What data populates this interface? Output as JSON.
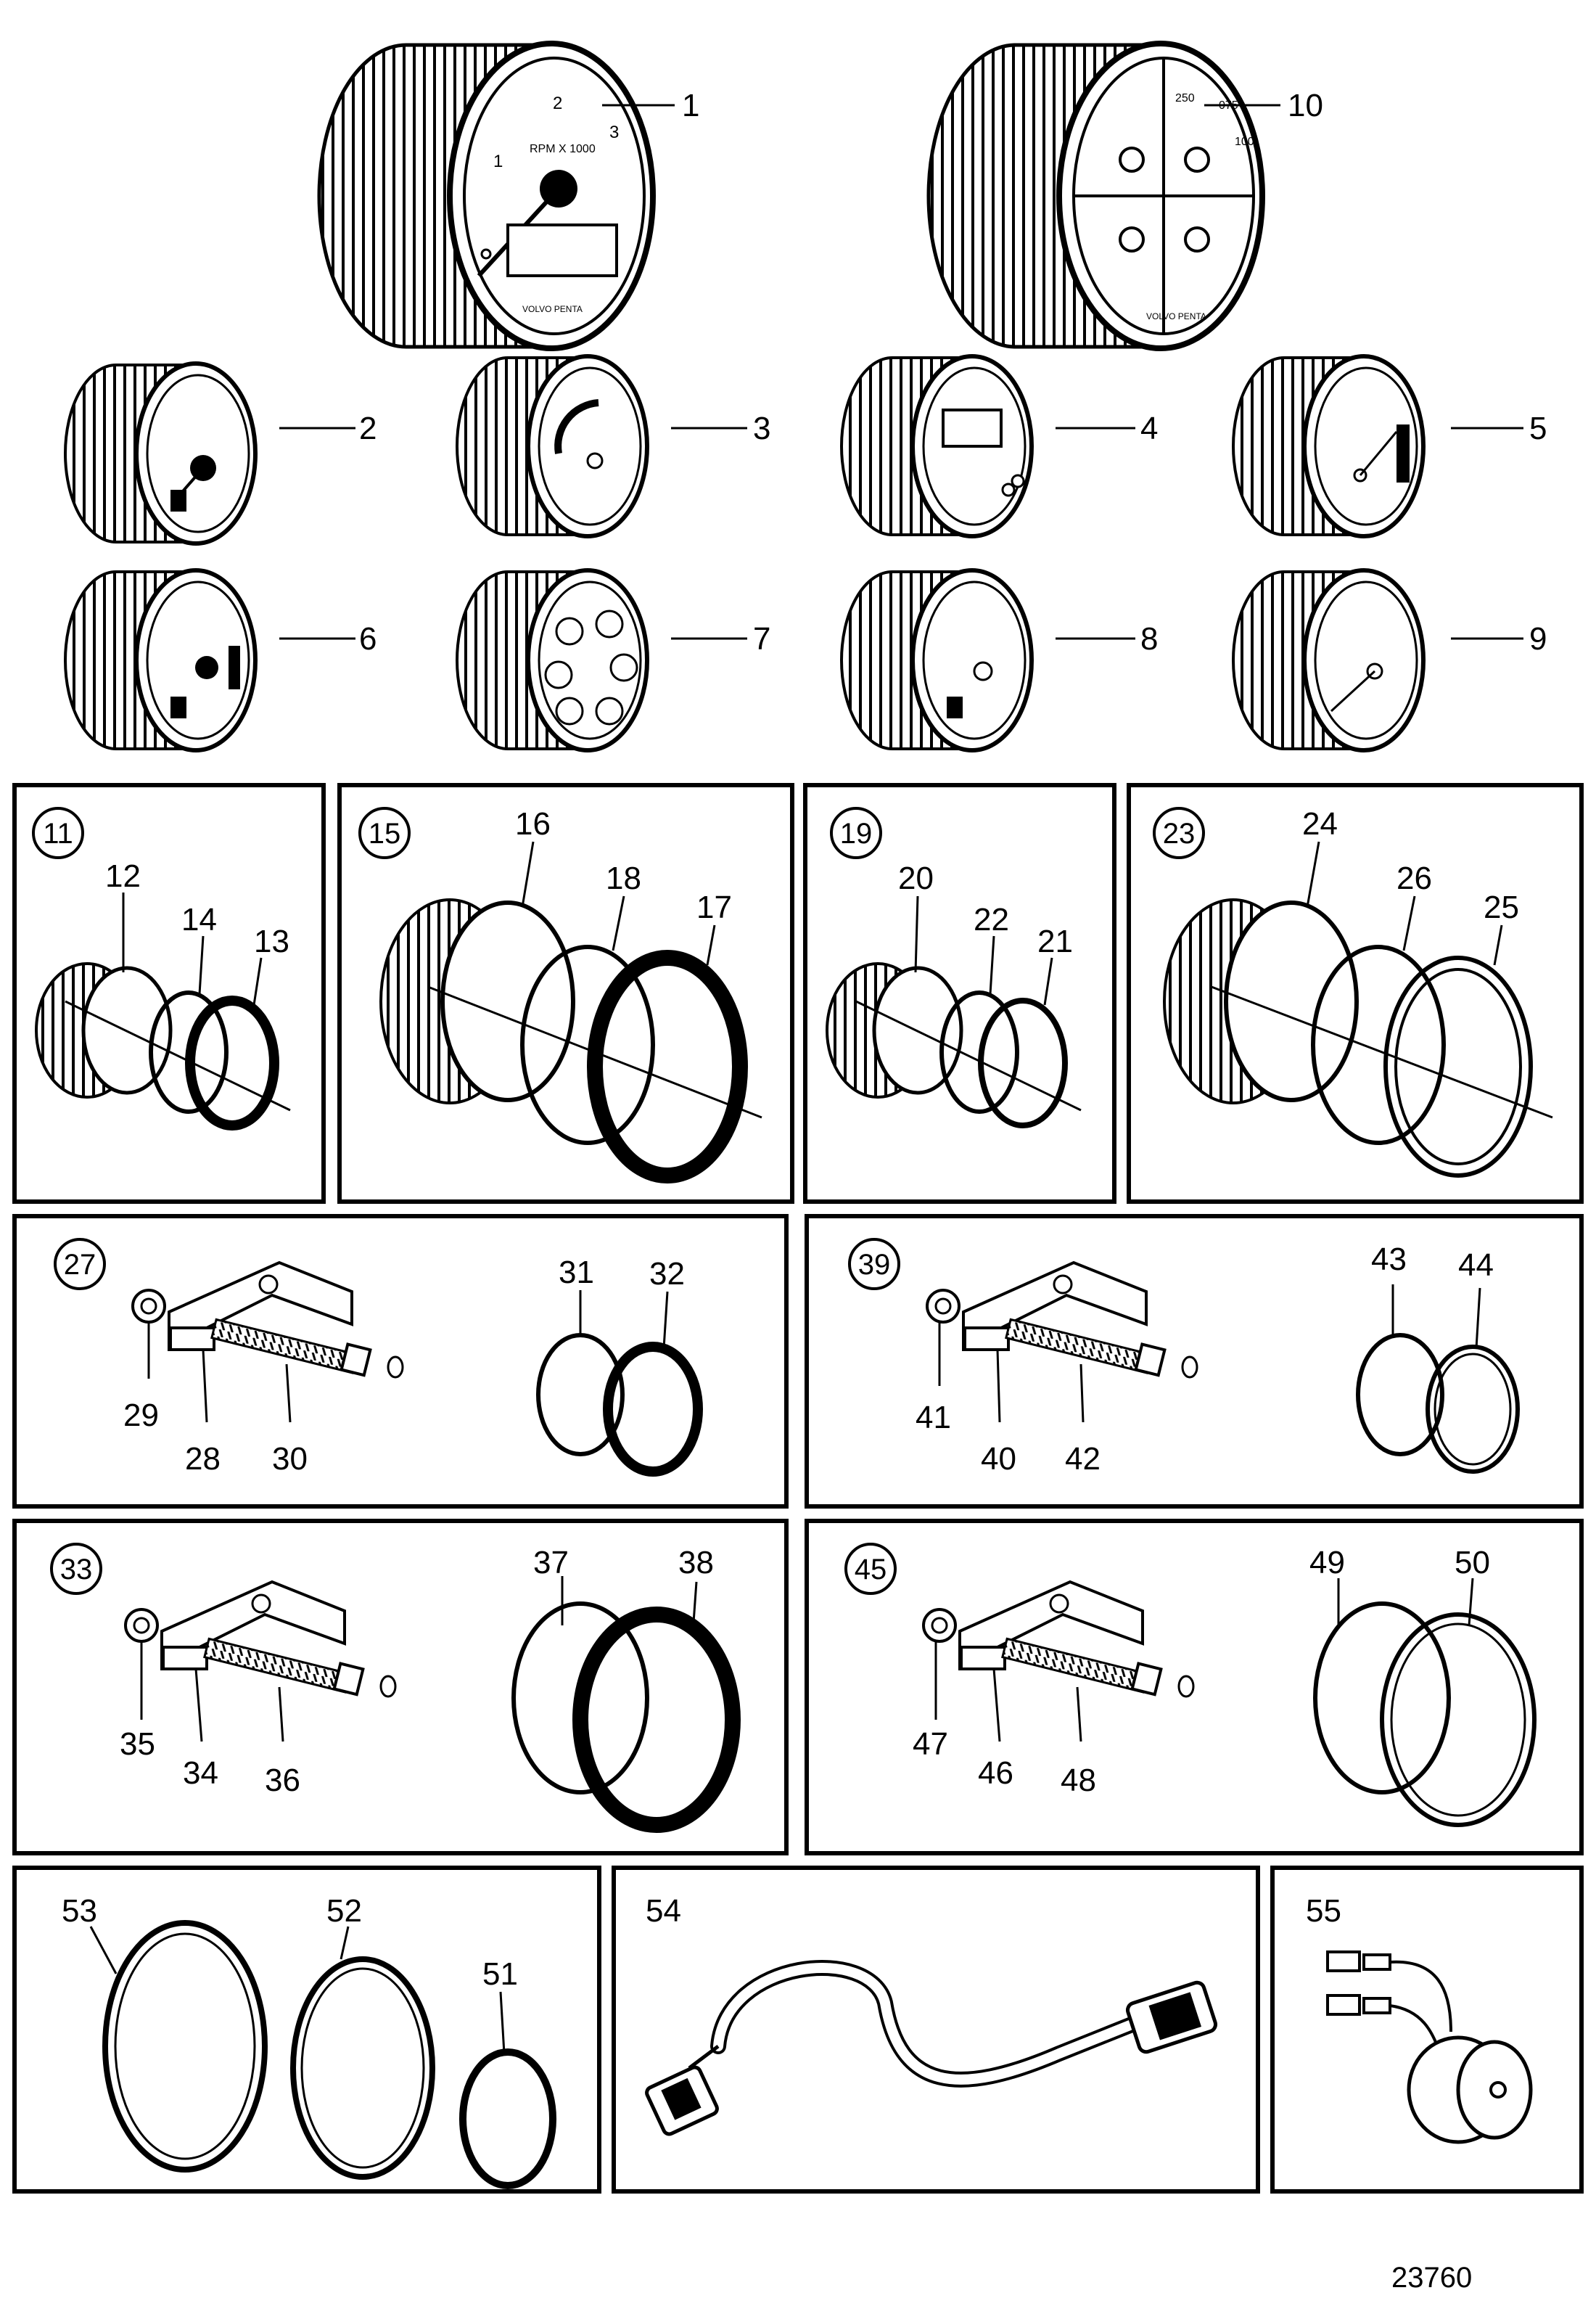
{
  "diagram": {
    "drawing_number": "23760",
    "gauge_face_text": {
      "rpm_label": "RPM X 1000",
      "tach_ticks": [
        "1",
        "2",
        "3"
      ],
      "brand": "VOLVO PENTA",
      "quad_scale": [
        "250",
        "075",
        "100"
      ]
    },
    "labels": {
      "1": "1",
      "2": "2",
      "3": "3",
      "4": "4",
      "5": "5",
      "6": "6",
      "7": "7",
      "8": "8",
      "9": "9",
      "10": "10",
      "11": "11",
      "12": "12",
      "13": "13",
      "14": "14",
      "15": "15",
      "16": "16",
      "17": "17",
      "18": "18",
      "19": "19",
      "20": "20",
      "21": "21",
      "22": "22",
      "23": "23",
      "24": "24",
      "25": "25",
      "26": "26",
      "27": "27",
      "28": "28",
      "29": "29",
      "30": "30",
      "31": "31",
      "32": "32",
      "33": "33",
      "34": "34",
      "35": "35",
      "36": "36",
      "37": "37",
      "38": "38",
      "39": "39",
      "40": "40",
      "41": "41",
      "42": "42",
      "43": "43",
      "44": "44",
      "45": "45",
      "46": "46",
      "47": "47",
      "48": "48",
      "49": "49",
      "50": "50",
      "51": "51",
      "52": "52",
      "53": "53",
      "54": "54",
      "55": "55"
    }
  }
}
